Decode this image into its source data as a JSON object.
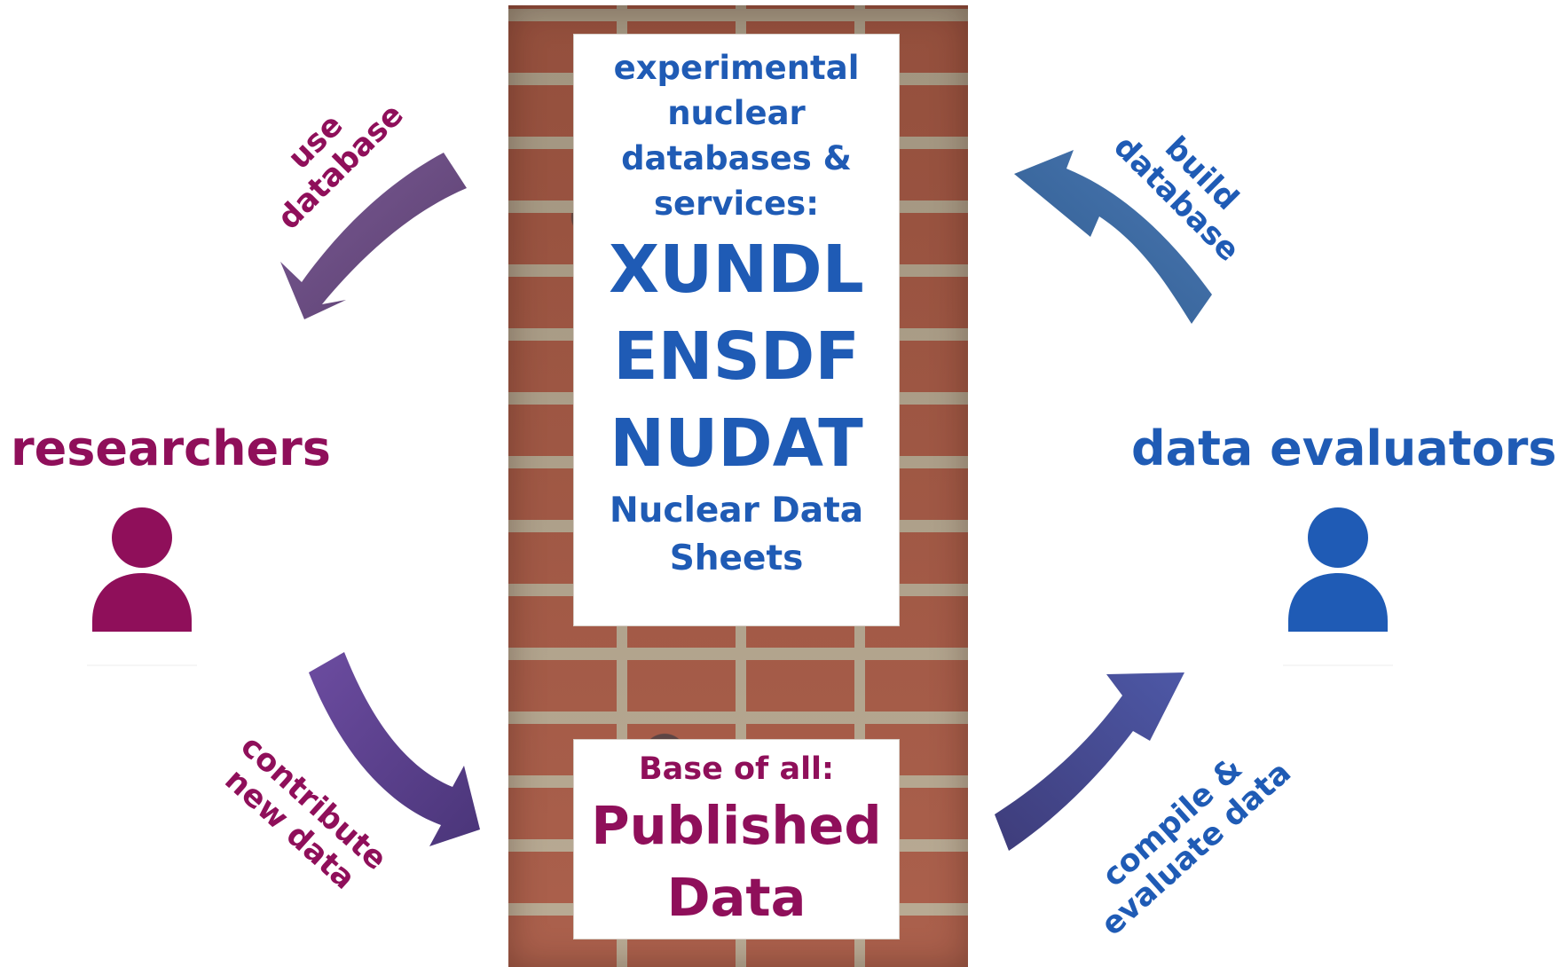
{
  "top_panel": {
    "intro": [
      "experimental",
      "nuclear",
      "databases &",
      "services:"
    ],
    "databases": [
      "XUNDL",
      "ENSDF",
      "NUDAT"
    ],
    "sheets": [
      "Nuclear Data",
      "Sheets"
    ]
  },
  "bottom_panel": {
    "base_label": "Base of all:",
    "published": [
      "Published",
      "Data"
    ]
  },
  "roles": {
    "left": "researchers",
    "right": "data evaluators"
  },
  "arrows": {
    "use_database": [
      "use",
      "database"
    ],
    "build_database": [
      "build",
      "database"
    ],
    "contribute": [
      "contribute",
      "new data"
    ],
    "compile": [
      "compile &",
      "evaluate data"
    ]
  },
  "colors": {
    "researcher_magenta": "#8f0f5a",
    "evaluator_blue": "#1f5bb5",
    "arrow_purple_start": "#6f4f98",
    "arrow_blue_start": "#3e73b8"
  }
}
